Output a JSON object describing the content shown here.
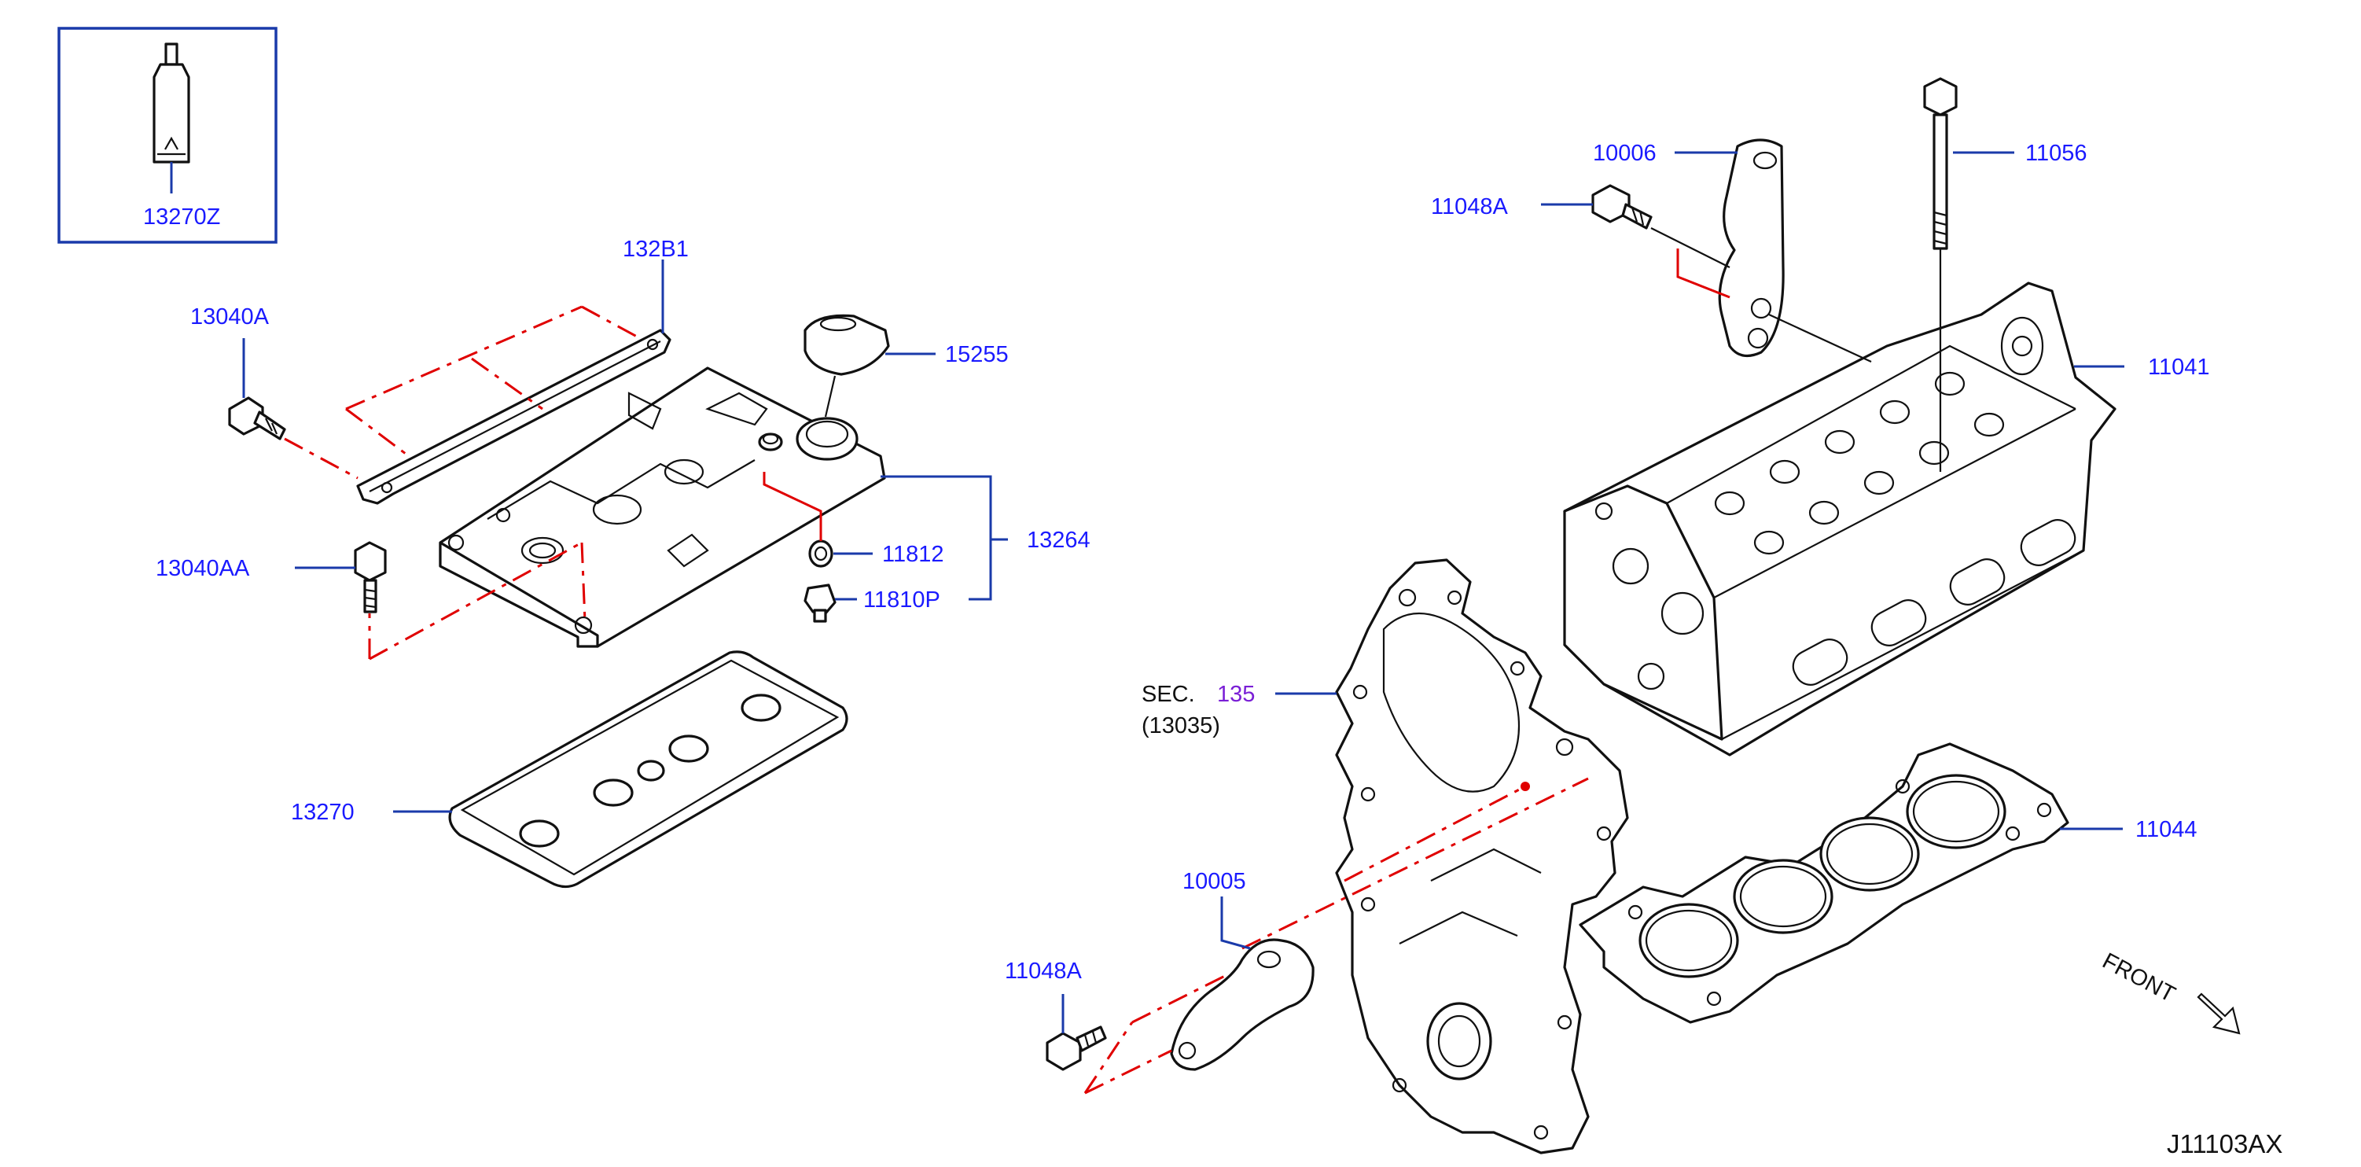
{
  "diagram_code": "J11103AX",
  "inset_box": {
    "label": "13270Z"
  },
  "labels": {
    "l_132B1": "132B1",
    "l_13040A": "13040A",
    "l_15255": "15255",
    "l_13040AA": "13040AA",
    "l_11812": "11812",
    "l_13264": "13264",
    "l_11810P": "11810P",
    "l_13270": "13270",
    "l_10006": "10006",
    "l_11056": "11056",
    "l_11048A_top": "11048A",
    "l_11041": "11041",
    "sec_prefix": "SEC.",
    "sec_number": "135",
    "sec_sub": "(13035)",
    "l_11044": "11044",
    "l_10005": "10005",
    "l_11048A_bottom": "11048A",
    "front": "FRONT"
  },
  "colors": {
    "label_blue": "#1a1aff",
    "leader_blue": "#1a3aaa",
    "phantom_red": "#e00000",
    "section_purple": "#7a1fd6",
    "line_black": "#111111"
  }
}
